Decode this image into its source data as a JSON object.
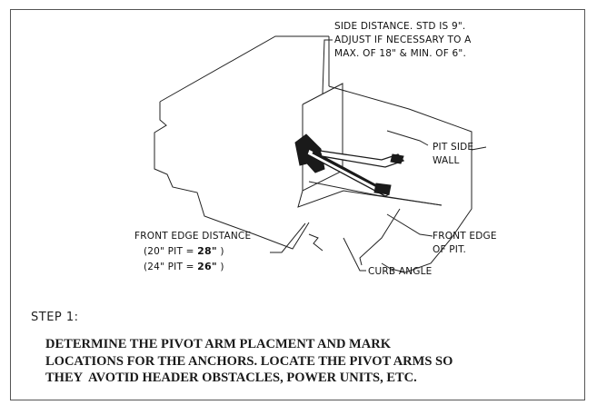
{
  "callouts": {
    "side_distance": [
      "SIDE DISTANCE.  STD IS 9\".",
      "ADJUST IF NECESSARY TO A",
      "MAX. OF 18\" & MIN. OF 6\"."
    ],
    "pit_side_wall": [
      "PIT SIDE",
      "WALL"
    ],
    "front_edge_distance": {
      "title": "FRONT EDGE DISTANCE",
      "row1_prefix": "(20\" PIT = ",
      "row1_value": "28\"",
      "row1_suffix": "   )",
      "row2_prefix": "(24\" PIT = ",
      "row2_value": "26\"",
      "row2_suffix": "   )"
    },
    "front_edge_of_pit": [
      "FRONT EDGE",
      "OF PIT."
    ],
    "curb_angle": "CURB ANGLE"
  },
  "step": {
    "heading": "STEP 1:",
    "lines": [
      "DETERMINE THE PIVOT ARM PLACMENT AND MARK",
      "LOCATIONS FOR THE ANCHORS. LOCATE THE PIVOT ARMS SO",
      "THEY  AVOTID HEADER OBSTACLES, POWER UNITS, ETC."
    ]
  }
}
